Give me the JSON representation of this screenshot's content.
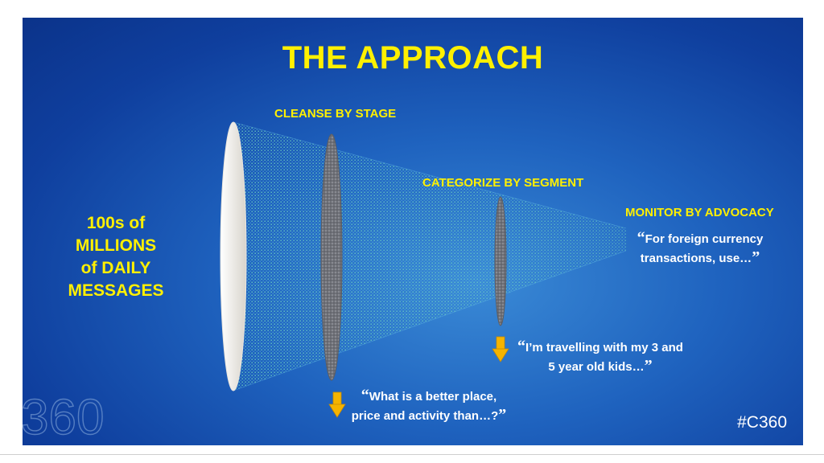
{
  "slide": {
    "title": "THE APPROACH",
    "source_label_lines": [
      "100s of MILLIONS",
      "of DAILY",
      "MESSAGES"
    ],
    "stages": [
      {
        "label": "CLEANSE BY STAGE",
        "quote": "What is a better place, price and activity than…?",
        "quote_lines": [
          "What is a better place,",
          "price and activity than…?"
        ]
      },
      {
        "label": "CATEGORIZE BY SEGMENT",
        "quote": "I’m travelling with my 3 and 5 year old kids…",
        "quote_lines": [
          "I’m travelling with my 3 and",
          "5 year old kids…"
        ]
      },
      {
        "label": "MONITOR BY ADVOCACY",
        "quote": "For foreign currency transactions, use…",
        "quote_lines": [
          "For foreign currency",
          "transactions, use…"
        ]
      }
    ],
    "hashtag": "#C360",
    "logo_text": "360",
    "icons": [
      "down-arrow-icon",
      "down-arrow-icon",
      "ellipse-lens-icon"
    ],
    "colors": {
      "background": "#1f63bf",
      "title": "#fff000",
      "stage_label": "#fff000",
      "quote_text": "#ffffff",
      "arrow": "#f5b400",
      "funnel_dots": "#6fd6c8",
      "lens_grey": "#7d7f86"
    }
  }
}
